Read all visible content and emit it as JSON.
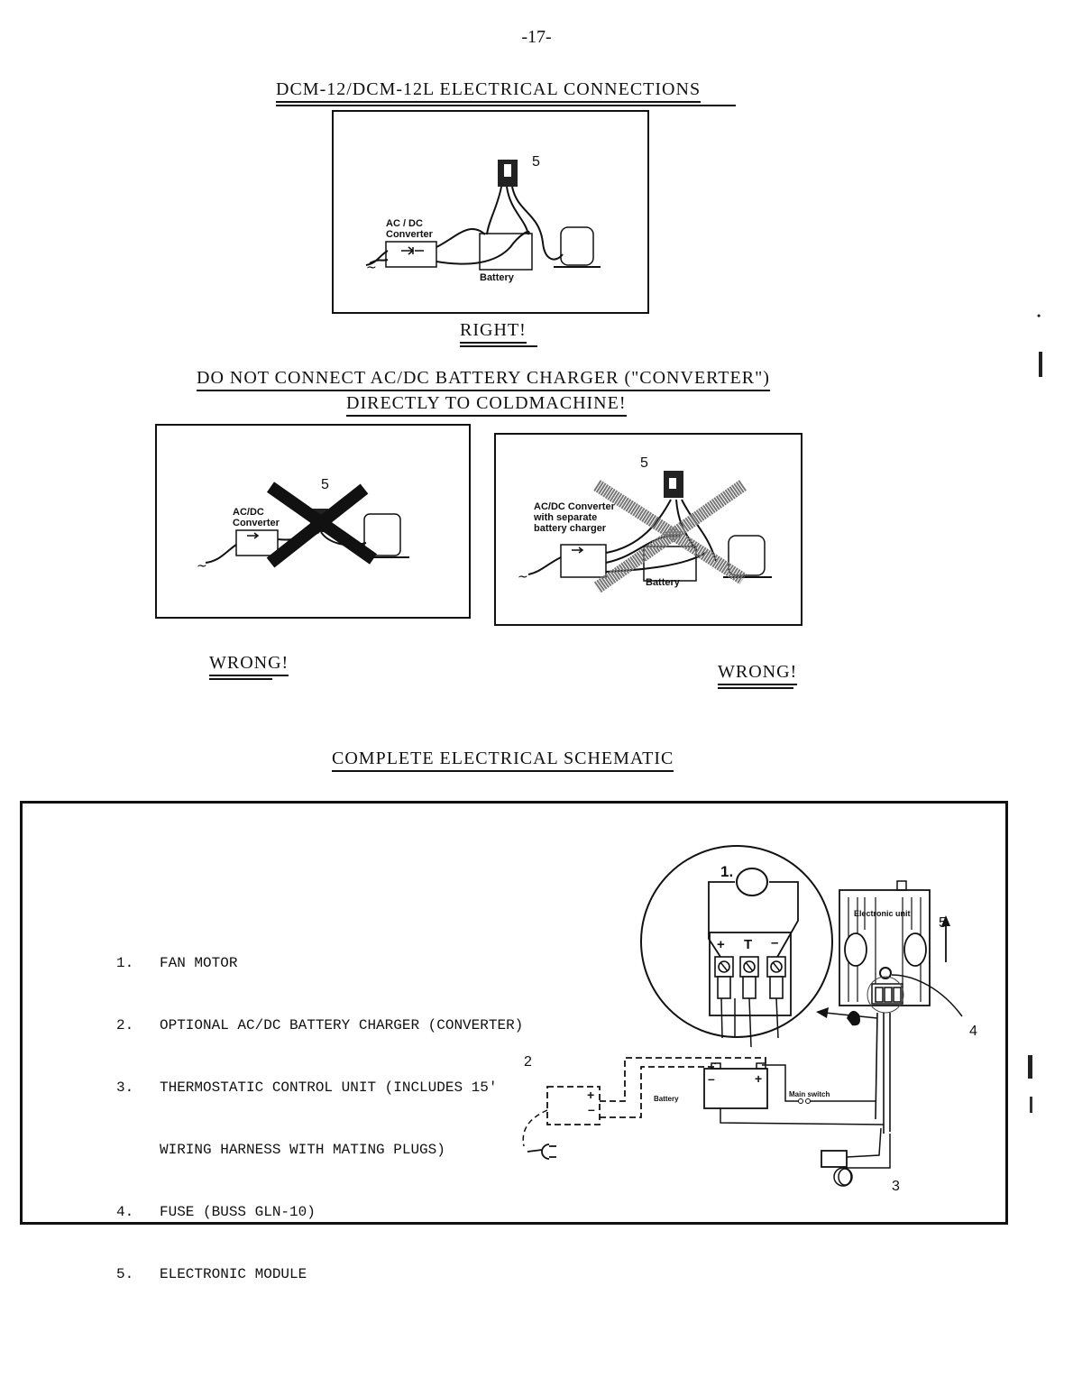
{
  "page": {
    "number": "-17-",
    "title": "DCM-12/DCM-12L ELECTRICAL CONNECTIONS"
  },
  "right_diagram": {
    "verdict": "RIGHT!",
    "labels": {
      "converter": "AC / DC Converter",
      "converter_line1": "AC / DC",
      "converter_line2": "Converter",
      "battery": "Battery",
      "module_number": "5"
    }
  },
  "warning": {
    "line1": "DO NOT CONNECT AC/DC BATTERY CHARGER (\"CONVERTER\")",
    "line2": "DIRECTLY TO COLDMACHINE!"
  },
  "wrong_diagrams": [
    {
      "verdict": "WRONG!",
      "labels": {
        "converter_line1": "AC/DC",
        "converter_line2": "Converter",
        "module_number": "5"
      }
    },
    {
      "verdict": "WRONG!",
      "labels": {
        "converter_line1": "AC/DC Converter",
        "converter_line2": "with separate",
        "converter_line3": "battery charger",
        "battery": "Battery",
        "module_number": "5"
      }
    }
  ],
  "schematic": {
    "title": "COMPLETE ELECTRICAL SCHEMATIC",
    "legend": [
      {
        "num": "1.",
        "text": "FAN MOTOR"
      },
      {
        "num": "2.",
        "text": "OPTIONAL AC/DC BATTERY CHARGER (CONVERTER)"
      },
      {
        "num": "3.",
        "text": "THERMOSTATIC CONTROL UNIT (INCLUDES 15'"
      },
      {
        "num": "",
        "text": "WIRING HARNESS WITH MATING PLUGS)"
      },
      {
        "num": "4.",
        "text": "FUSE (BUSS GLN-10)"
      },
      {
        "num": "5.",
        "text": "ELECTRONIC MODULE"
      }
    ],
    "labels": {
      "fan_motor": "1.",
      "electronic_unit": "Electronic unit",
      "module": "5",
      "fuse": "4",
      "charger": "2",
      "thermostat": "3",
      "battery": "Battery",
      "main_switch": "Main switch",
      "terminal_plus": "+",
      "terminal_t": "T",
      "terminal_minus": "–",
      "plus_sign": "+",
      "minus_sign": "–"
    }
  }
}
